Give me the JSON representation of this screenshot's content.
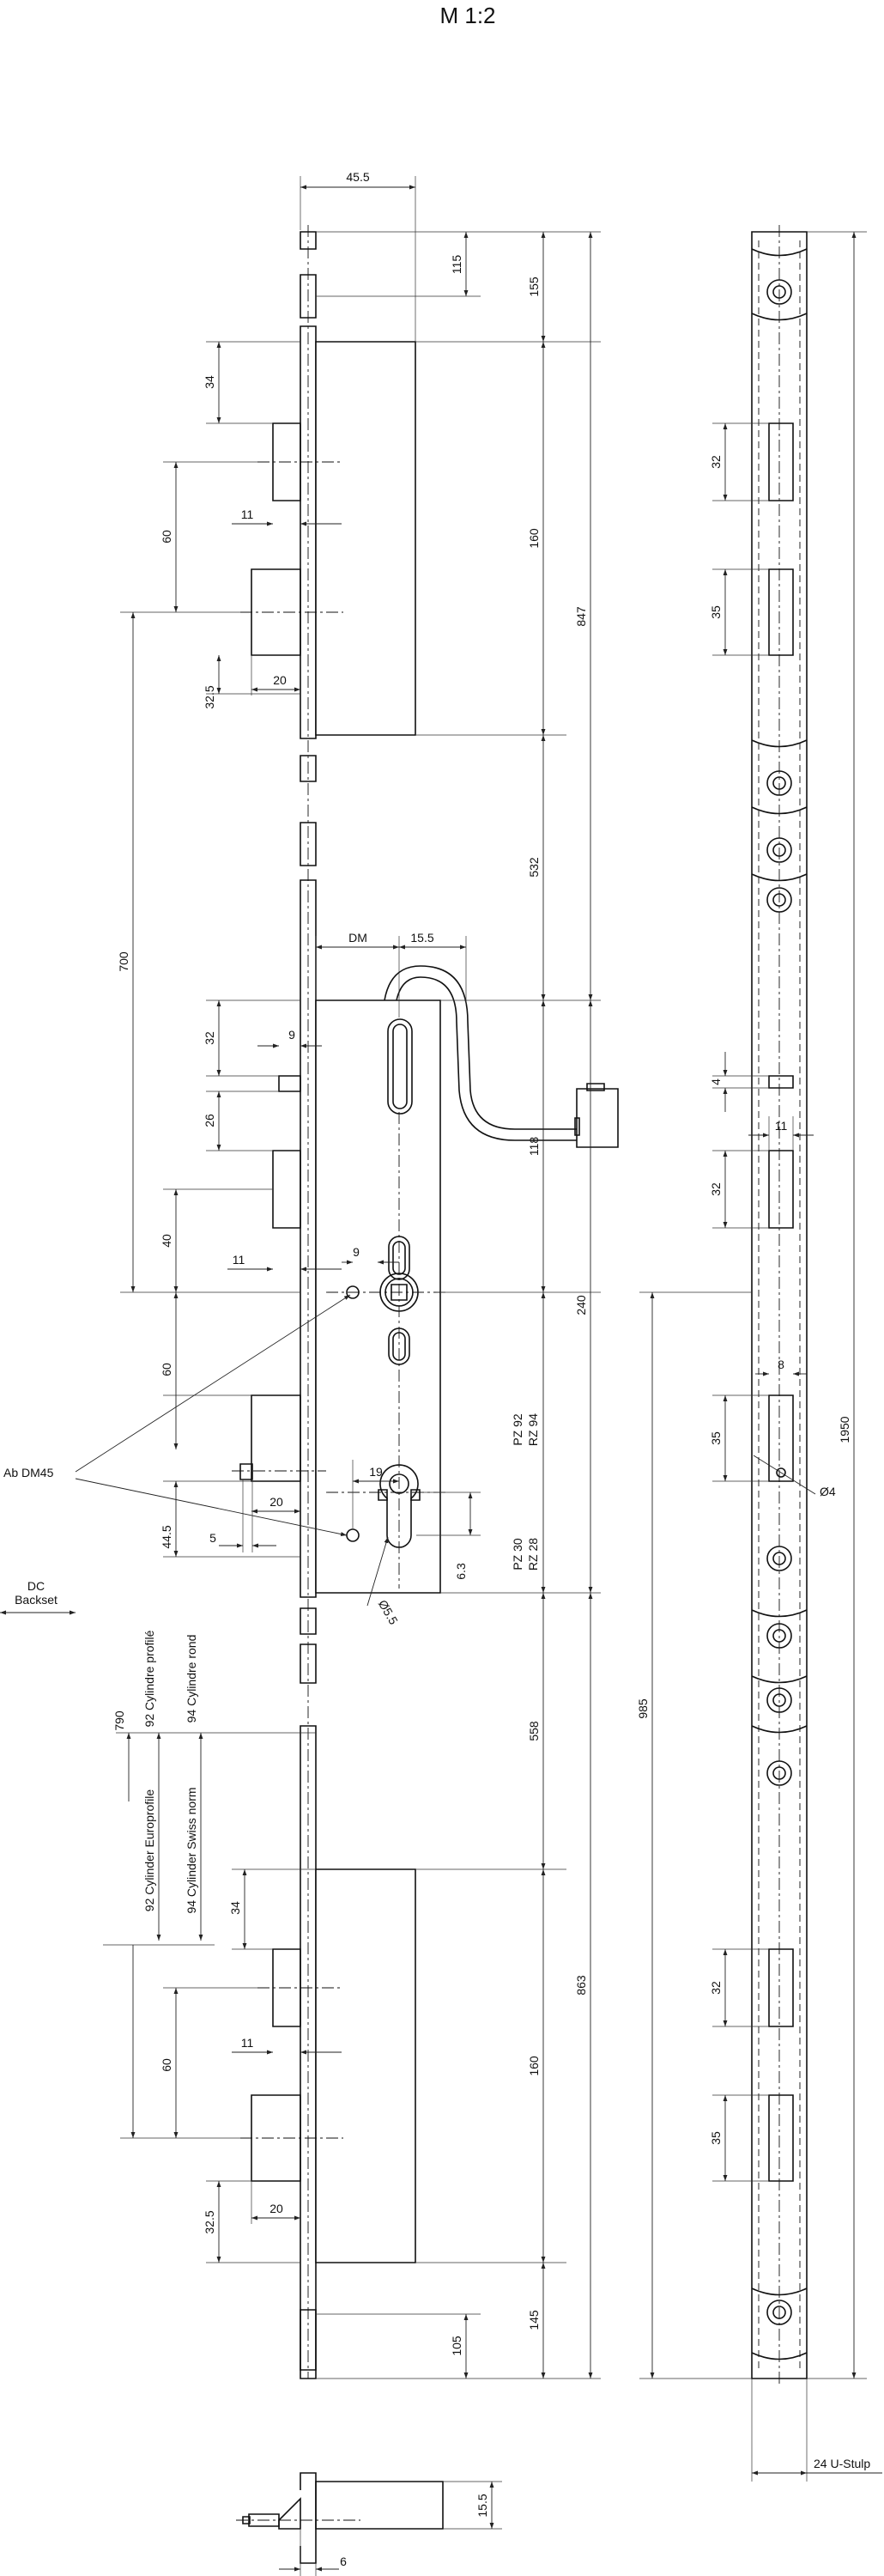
{
  "title": "M 1:2",
  "dims": {
    "w45_5": "45.5",
    "d115": "115",
    "d155": "155",
    "d847": "847",
    "d34a": "34",
    "d60a": "60",
    "d11a": "11",
    "d160a": "160",
    "d32_5a": "32.5",
    "d20a": "20",
    "d700": "700",
    "d532": "532",
    "dm": "DM",
    "d15_5a": "15.5",
    "d32b": "32",
    "d9a": "9",
    "d26": "26",
    "d118": "118",
    "d40": "40",
    "d11b": "11",
    "d9b": "9",
    "d240": "240",
    "d60b": "60",
    "pz92": "PZ 92",
    "rz94": "RZ 94",
    "d19": "19",
    "d20b": "20",
    "d44_5": "44.5",
    "d5": "5",
    "d6_3": "6.3",
    "pz30": "PZ 30",
    "rz28": "RZ 28",
    "d5_5": "Ø5.5",
    "d790": "790",
    "cyl92p": "92 Cylindre profilé",
    "cyl94r": "94 Cylindre rond",
    "d558": "558",
    "cyl92e": "92 Cylinder Europrofile",
    "cyl94s": "94 Cylinder Swiss norm",
    "d34b": "34",
    "d863": "863",
    "d11c": "11",
    "d60c": "60",
    "d160b": "160",
    "d32_5b": "32.5",
    "d20c": "20",
    "d105": "105",
    "d145": "145",
    "d15_5b": "15.5",
    "d6": "6",
    "r32a": "32",
    "r35a": "35",
    "r4": "4",
    "r11": "11",
    "r32b": "32",
    "r8": "8",
    "r35b": "35",
    "rphi4": "Ø4",
    "r1950": "1950",
    "r985": "985",
    "r32c": "32",
    "r35c": "35",
    "u24": "24 U-Stulp"
  },
  "labels": {
    "ab_dm45": "Ab DM45",
    "dc": "DC",
    "backset": "Backset"
  }
}
